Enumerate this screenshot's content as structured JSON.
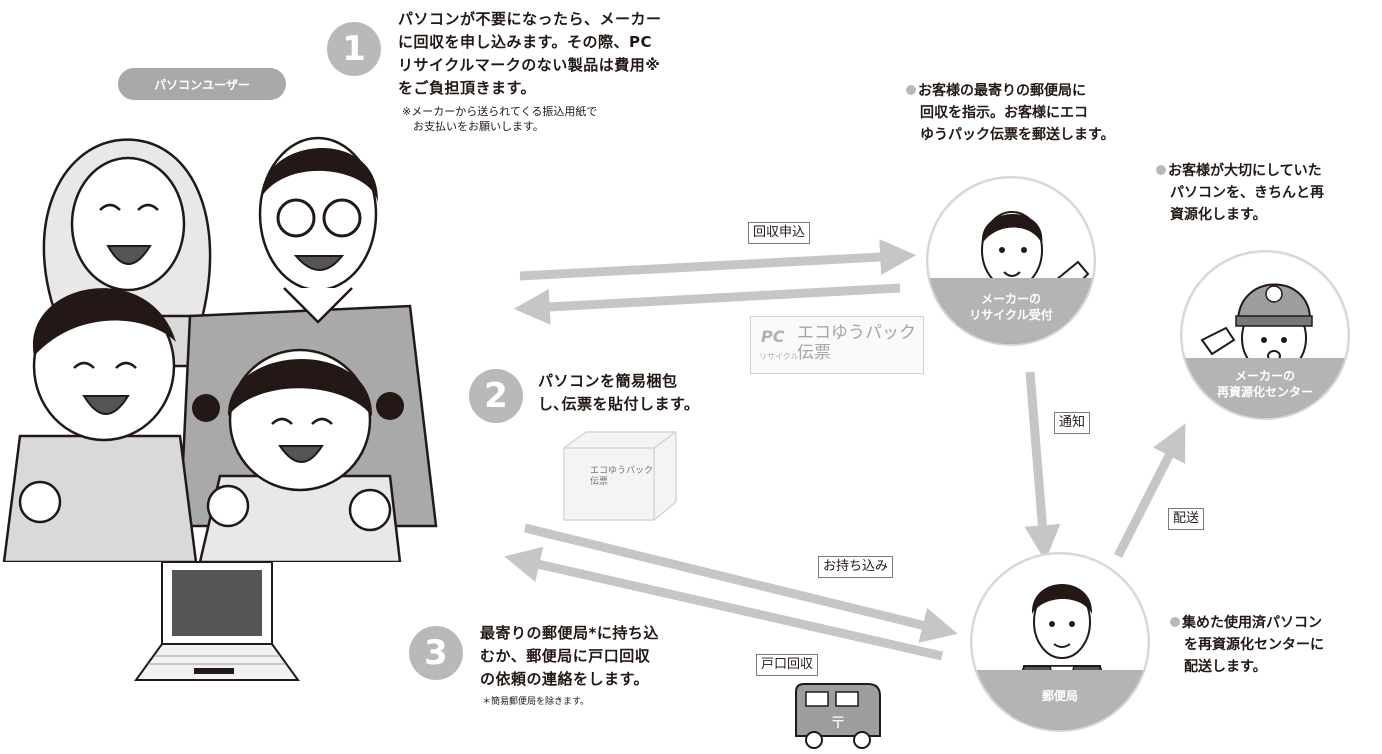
{
  "user_label": "パソコンユーザー",
  "steps": [
    {
      "num": "1",
      "lines": [
        "パソコンが不要になったら、メーカー",
        "に回収を申し込みます。その際、PC",
        "リサイクルマークのない製品は費用※",
        "をご負担頂きます。"
      ],
      "note": [
        "※メーカーから送られてくる振込用紙で",
        "　お支払いをお願いします。"
      ]
    },
    {
      "num": "2",
      "lines": [
        "パソコンを簡易梱包",
        "し､伝票を貼付します。"
      ]
    },
    {
      "num": "3",
      "lines": [
        "最寄りの郵便局*に持ち込",
        "むか、郵便局に戸口回収",
        "の依頼の連絡をします。"
      ],
      "note": [
        "＊簡易郵便局を除きます。"
      ]
    }
  ],
  "arrows": {
    "apply": "回収申込",
    "notify": "通知",
    "deliver": "配送",
    "bring": "お持ち込み",
    "pickup": "戸口回収"
  },
  "eco_slip": {
    "logo": "PC",
    "logo_sub": "リサイクル",
    "line1": "エコゆうパック",
    "line2": "伝票"
  },
  "box_slip": {
    "line1": "エコゆうパック",
    "line2": "伝票"
  },
  "stations": {
    "maker": [
      "メーカーの",
      "リサイクル受付"
    ],
    "center": [
      "メーカーの",
      "再資源化センター"
    ],
    "post": [
      "郵便局"
    ]
  },
  "descriptions": {
    "maker": [
      "お客様の最寄りの郵便局に",
      "回収を指示。お客様にエコ",
      "ゆうパック伝票を郵送します。"
    ],
    "center": [
      "お客様が大切にしていた",
      "パソコンを、きちんと再",
      "資源化します。"
    ],
    "post": [
      "集めた使用済パソコン",
      "を再資源化センターに",
      "配送します。"
    ]
  },
  "colors": {
    "gray_fill": "#b9b9b9",
    "arrow": "#c6c6c6",
    "text": "#231815"
  }
}
